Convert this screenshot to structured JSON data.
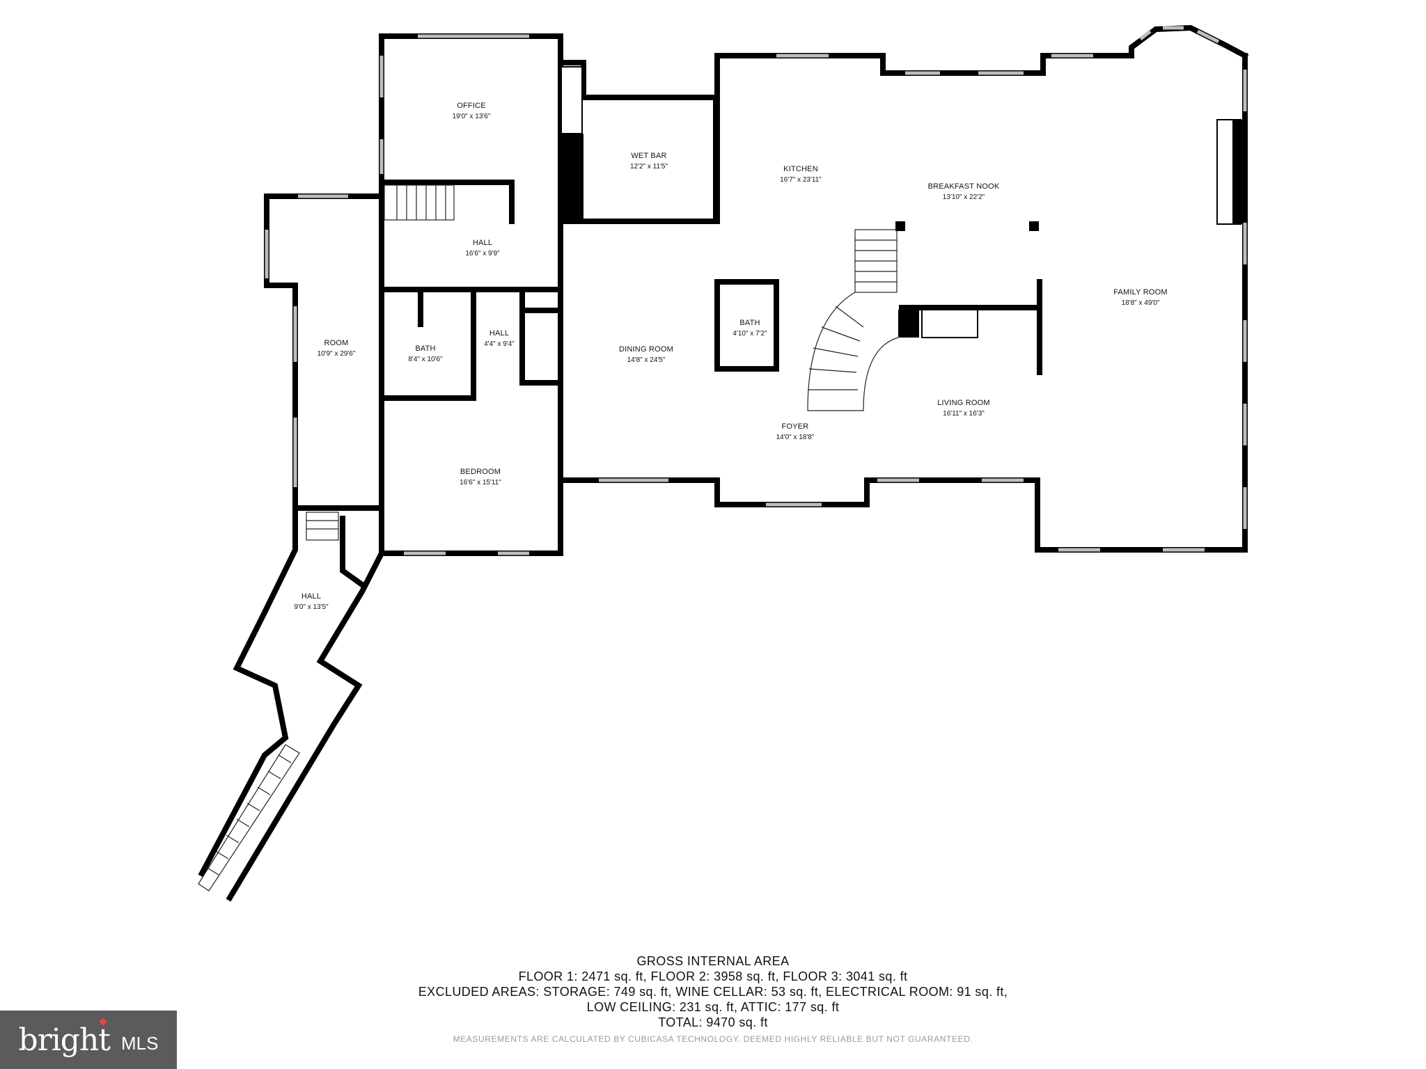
{
  "rooms": {
    "office": {
      "name": "OFFICE",
      "dim": "19'0\" x 13'6\""
    },
    "wet_bar": {
      "name": "WET BAR",
      "dim": "12'2\" x 11'5\""
    },
    "kitchen": {
      "name": "KITCHEN",
      "dim": "16'7\" x 23'11\""
    },
    "breakfast_nook": {
      "name": "BREAKFAST NOOK",
      "dim": "13'10\" x 22'2\""
    },
    "family_room": {
      "name": "FAMILY ROOM",
      "dim": "18'8\" x 49'0\""
    },
    "hall_upper": {
      "name": "HALL",
      "dim": "16'6\" x 9'9\""
    },
    "room": {
      "name": "ROOM",
      "dim": "10'9\" x 29'6\""
    },
    "bath_left": {
      "name": "BATH",
      "dim": "8'4\" x 10'6\""
    },
    "hall_small": {
      "name": "HALL",
      "dim": "4'4\" x 9'4\""
    },
    "bath_small": {
      "name": "BATH",
      "dim": "4'10\" x 7'2\""
    },
    "dining_room": {
      "name": "DINING ROOM",
      "dim": "14'8\" x 24'5\""
    },
    "living_room": {
      "name": "LIVING ROOM",
      "dim": "16'11\" x 16'3\""
    },
    "foyer": {
      "name": "FOYER",
      "dim": "14'0\" x 18'8\""
    },
    "bedroom": {
      "name": "BEDROOM",
      "dim": "16'6\" x 15'11\""
    },
    "hall_lower": {
      "name": "HALL",
      "dim": "9'0\" x 13'5\""
    }
  },
  "area": {
    "heading": "GROSS INTERNAL AREA",
    "floors": "FLOOR 1: 2471 sq. ft, FLOOR 2: 3958 sq. ft, FLOOR 3: 3041 sq. ft",
    "excluded": "EXCLUDED AREAS: STORAGE: 749 sq. ft, WINE CELLAR: 53 sq. ft, ELECTRICAL ROOM: 91 sq. ft,",
    "excluded2": "LOW CEILING: 231 sq. ft, ATTIC: 177 sq. ft",
    "total": "TOTAL: 9470 sq. ft",
    "disclaimer": "MEASUREMENTS ARE CALCULATED BY CUBICASA TECHNOLOGY. DEEMED HIGHLY RELIABLE BUT NOT GUARANTEED."
  },
  "logo": {
    "brand": "bright",
    "suffix": "MLS",
    "accent_color": "#e9463b",
    "bg_color": "#5b5b5d"
  }
}
